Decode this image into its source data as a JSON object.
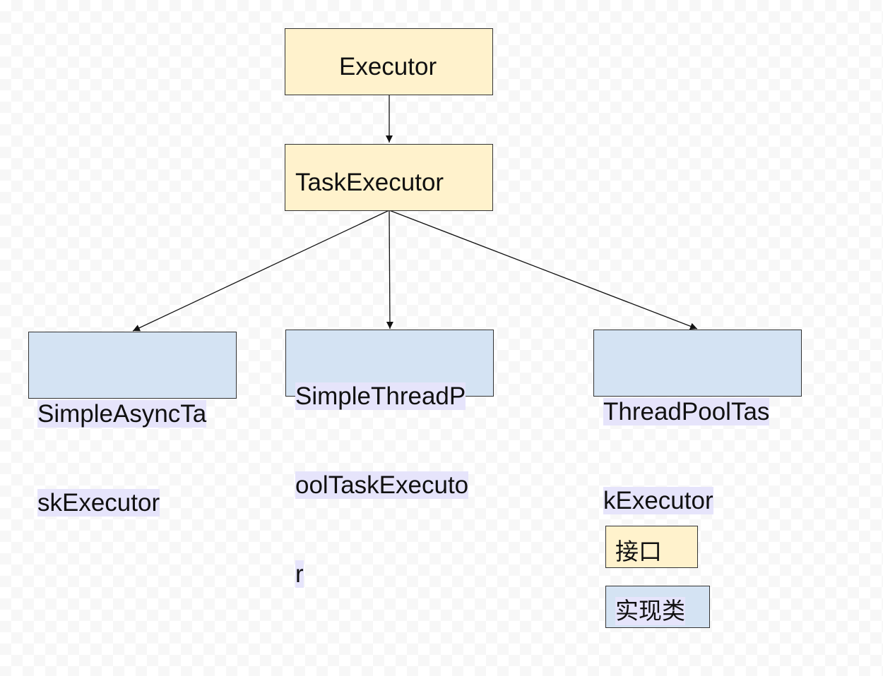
{
  "nodes": {
    "executor": {
      "label": "Executor"
    },
    "task_executor": {
      "label": "TaskExecutor"
    },
    "simple_async": {
      "lines": [
        "SimpleAsyncTa",
        "skExecutor"
      ]
    },
    "simple_thread_pool": {
      "lines": [
        "SimpleThreadP",
        "oolTaskExecuto",
        "r"
      ]
    },
    "thread_pool": {
      "lines": [
        "ThreadPoolTas",
        "kExecutor"
      ]
    }
  },
  "legend": {
    "interface_label": "接口",
    "implementation_label": "实现类"
  },
  "colors": {
    "interface_fill": "#fff2cc",
    "implementation_fill": "#d4e3f3",
    "text_highlight": "#e6e4fb",
    "stroke": "#333333"
  }
}
